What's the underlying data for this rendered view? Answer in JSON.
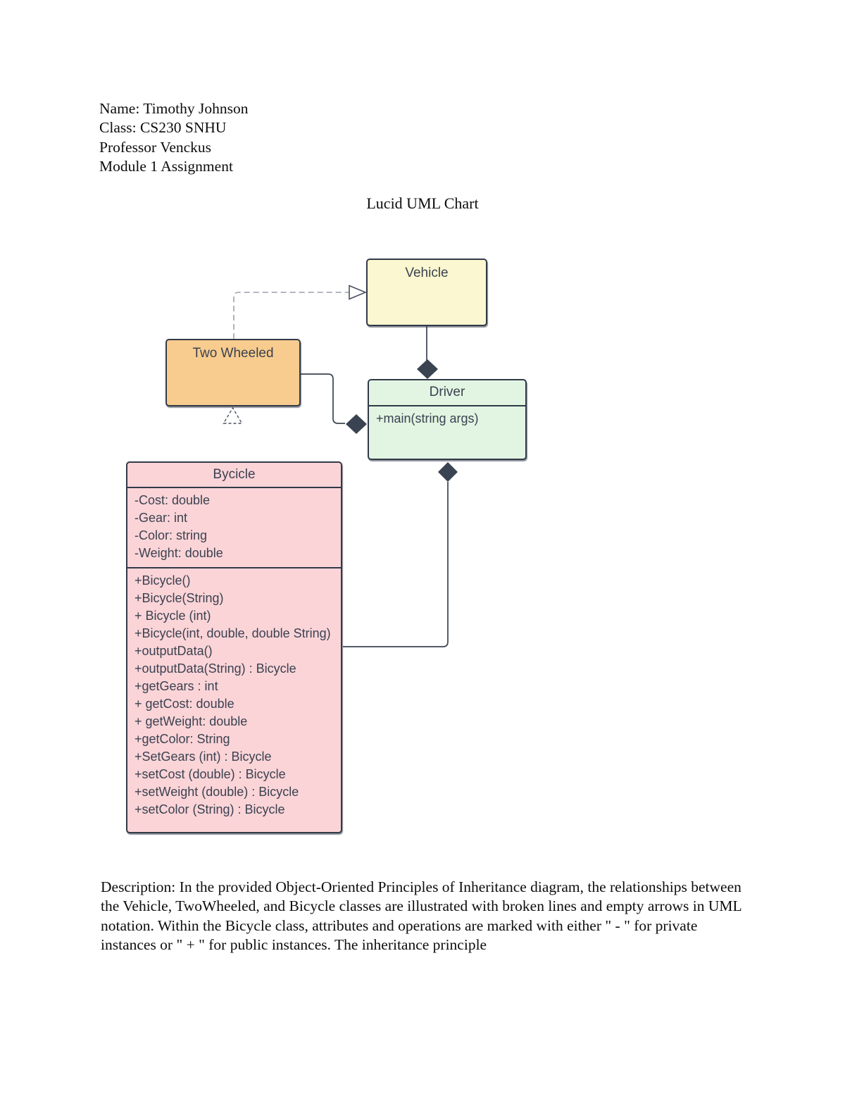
{
  "document": {
    "header_lines": [
      "Name: Timothy Johnson",
      "Class: CS230 SNHU",
      "Professor Venckus",
      "Module 1 Assignment"
    ],
    "title": "Lucid UML Chart",
    "description": "Description: In the provided Object-Oriented Principles of Inheritance diagram, the relationships between the Vehicle, TwoWheeled, and Bicycle classes are illustrated with broken lines and empty arrows in UML notation. Within the Bicycle class, attributes and operations are marked with either \" - \" for private instances or \" + \" for public instances. The inheritance principle"
  },
  "diagram": {
    "vehicle": {
      "title": "Vehicle",
      "fill": "#FBF7D0"
    },
    "two_wheeled": {
      "title": "Two Wheeled",
      "fill": "#F8CC8E"
    },
    "driver": {
      "title": "Driver",
      "fill": "#E2F5E2",
      "methods": [
        "+main(string args)"
      ]
    },
    "bycicle": {
      "title": "Bycicle",
      "fill": "#FBD4D8",
      "attributes": [
        "-Cost: double",
        "-Gear: int",
        "-Color: string",
        "-Weight: double"
      ],
      "methods": [
        "+Bicycle()",
        "+Bicycle(String)",
        "+ Bicycle (int)",
        "+Bicycle(int, double, double String)",
        "+outputData()",
        "+outputData(String) : Bicycle",
        "+getGears : int",
        "+ getCost: double",
        "+ getWeight: double",
        "+getColor: String",
        "+SetGears (int) : Bicycle",
        "+setCost (double) : Bicycle",
        "+setWeight (double) : Bicycle",
        "+setColor (String) : Bicycle"
      ]
    },
    "colors": {
      "box_border": "#323A48",
      "solid_line": "#3A4351",
      "dashed_line": "#9CA1AA",
      "diamond_fill": "#3A4351"
    }
  }
}
